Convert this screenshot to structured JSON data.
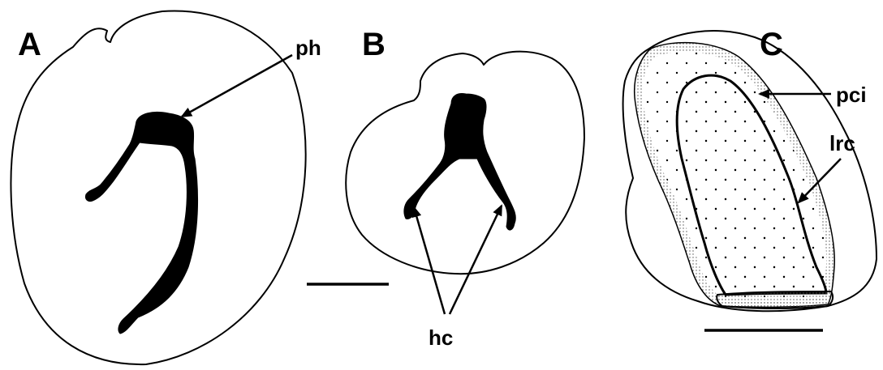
{
  "panels": [
    {
      "letter": "A"
    },
    {
      "letter": "B"
    },
    {
      "letter": "C"
    }
  ],
  "labels": {
    "ph": "ph",
    "hc": "hc",
    "pci": "pci",
    "lrc": "lrc"
  }
}
